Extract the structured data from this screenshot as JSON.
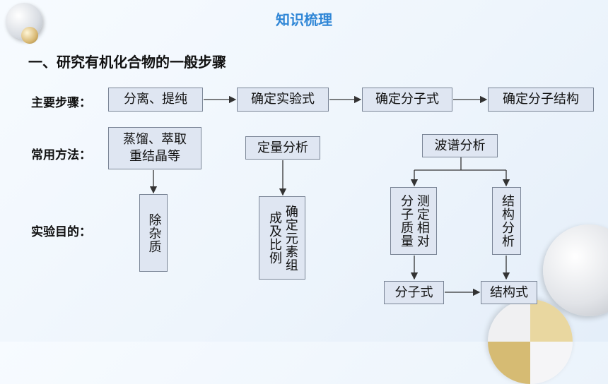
{
  "title": "知识梳理",
  "heading": "一、研究有机化合物的一般步骤",
  "row_labels": {
    "steps": "主要步骤：",
    "methods": "常用方法：",
    "purpose": "实验目的："
  },
  "steps": [
    "分离、提纯",
    "确定实验式",
    "确定分子式",
    "确定分子结构"
  ],
  "methods": {
    "separation": [
      "蒸馏、萃取",
      "重结晶等"
    ],
    "quantitative": "定量分析",
    "spectrum": "波谱分析"
  },
  "purposes": {
    "impurity": "除杂质",
    "elements": [
      "确定元素组",
      "成及比例"
    ],
    "mass": [
      "测定相对",
      "分子质量"
    ],
    "structure": "结构分析"
  },
  "results": {
    "formula": "分子式",
    "structural_formula": "结构式"
  }
}
